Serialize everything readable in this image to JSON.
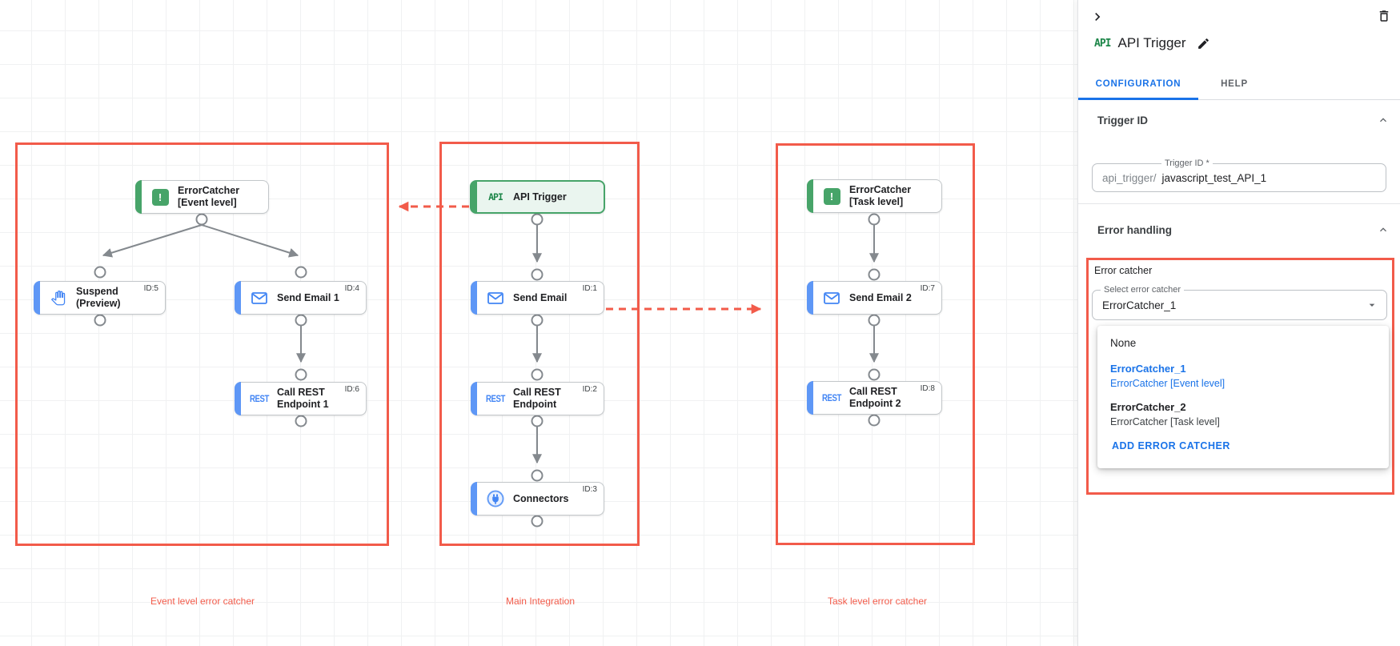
{
  "canvas": {
    "groups": [
      {
        "label": "Event level error catcher"
      },
      {
        "label": "Main Integration"
      },
      {
        "label": "Task level error catcher"
      }
    ],
    "glyphs": {
      "api": "API",
      "rest": "REST",
      "alert": "!"
    },
    "nodes": [
      {
        "line1": "ErrorCatcher",
        "line2": "[Event level]",
        "badge": ""
      },
      {
        "line1": "Suspend",
        "line2": "(Preview)",
        "badge": "ID:5"
      },
      {
        "line1": "Send Email 1",
        "line2": "",
        "badge": "ID:4"
      },
      {
        "line1": "Call REST",
        "line2": "Endpoint 1",
        "badge": "ID:6"
      },
      {
        "line1": "API Trigger",
        "line2": "",
        "badge": ""
      },
      {
        "line1": "Send Email",
        "line2": "",
        "badge": "ID:1"
      },
      {
        "line1": "Call REST",
        "line2": "Endpoint",
        "badge": "ID:2"
      },
      {
        "line1": "Connectors",
        "line2": "",
        "badge": "ID:3"
      },
      {
        "line1": "ErrorCatcher",
        "line2": "[Task level]",
        "badge": ""
      },
      {
        "line1": "Send Email 2",
        "line2": "",
        "badge": "ID:7"
      },
      {
        "line1": "Call REST",
        "line2": "Endpoint 2",
        "badge": "ID:8"
      }
    ]
  },
  "panel": {
    "logo_text": "API",
    "title": "API Trigger",
    "tabs": [
      {
        "label": "CONFIGURATION"
      },
      {
        "label": "HELP"
      }
    ],
    "trigger_id": {
      "header": "Trigger ID",
      "field_label": "Trigger ID *",
      "prefix": "api_trigger/",
      "value": "javascript_test_API_1"
    },
    "error_handling": {
      "header": "Error handling",
      "label": "Error catcher",
      "select_label": "Select error catcher",
      "selected_value": "ErrorCatcher_1",
      "menu": {
        "none_label": "None",
        "options": [
          {
            "name": "ErrorCatcher_1",
            "desc": "ErrorCatcher [Event level]"
          },
          {
            "name": "ErrorCatcher_2",
            "desc": "ErrorCatcher [Task level]"
          }
        ],
        "add_label": "ADD ERROR CATCHER"
      }
    }
  },
  "colors": {
    "accent_red": "#f25b4a",
    "dot_red": "#d93025",
    "green": "#47a469",
    "blue": "#4285f4",
    "bar_blue": "#5e97f6",
    "link_blue": "#1a73e8"
  }
}
